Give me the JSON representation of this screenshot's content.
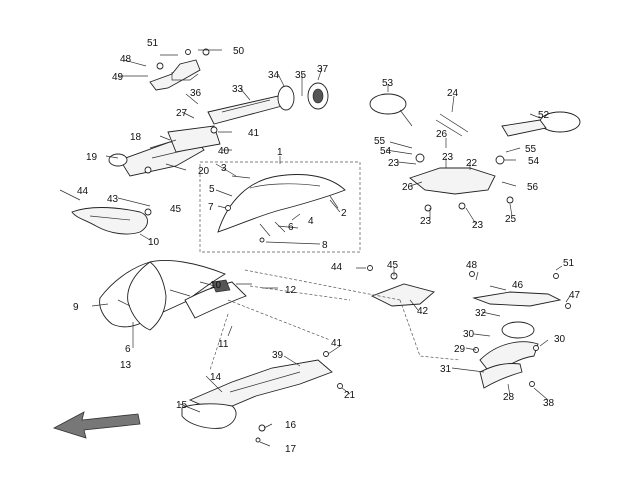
{
  "diagram": {
    "callouts": {
      "c1": "1",
      "c2": "2",
      "c3": "3",
      "c4": "4",
      "c5": "5",
      "c6": "6",
      "c7": "7",
      "c8": "8",
      "c9": "9",
      "c10a": "10",
      "c10b": "10",
      "c11": "11",
      "c12": "12",
      "c13": "13",
      "c14": "14",
      "c15": "15",
      "c16": "16",
      "c17": "17",
      "c18": "18",
      "c19": "19",
      "c20": "20",
      "c21": "21",
      "c22": "22",
      "c23a": "23",
      "c23b": "23",
      "c23c": "23",
      "c23d": "23",
      "c24": "24",
      "c25": "25",
      "c26a": "26",
      "c26b": "26",
      "c27": "27",
      "c28": "28",
      "c29": "29",
      "c30a": "30",
      "c30b": "30",
      "c31": "31",
      "c32": "32",
      "c33": "33",
      "c34": "34",
      "c35": "35",
      "c36": "36",
      "c37": "37",
      "c38": "38",
      "c39": "39",
      "c40": "40",
      "c41a": "41",
      "c41b": "41",
      "c42": "42",
      "c43": "43",
      "c44a": "44",
      "c44b": "44",
      "c45a": "45",
      "c45b": "45",
      "c46": "46",
      "c47": "47",
      "c48a": "48",
      "c48b": "48",
      "c49": "49",
      "c50": "50",
      "c51a": "51",
      "c51b": "51",
      "c52": "52",
      "c53": "53",
      "c54a": "54",
      "c54b": "54",
      "c55a": "55",
      "c55b": "55",
      "c56": "56"
    },
    "direction_icon": "front-arrow-icon"
  }
}
